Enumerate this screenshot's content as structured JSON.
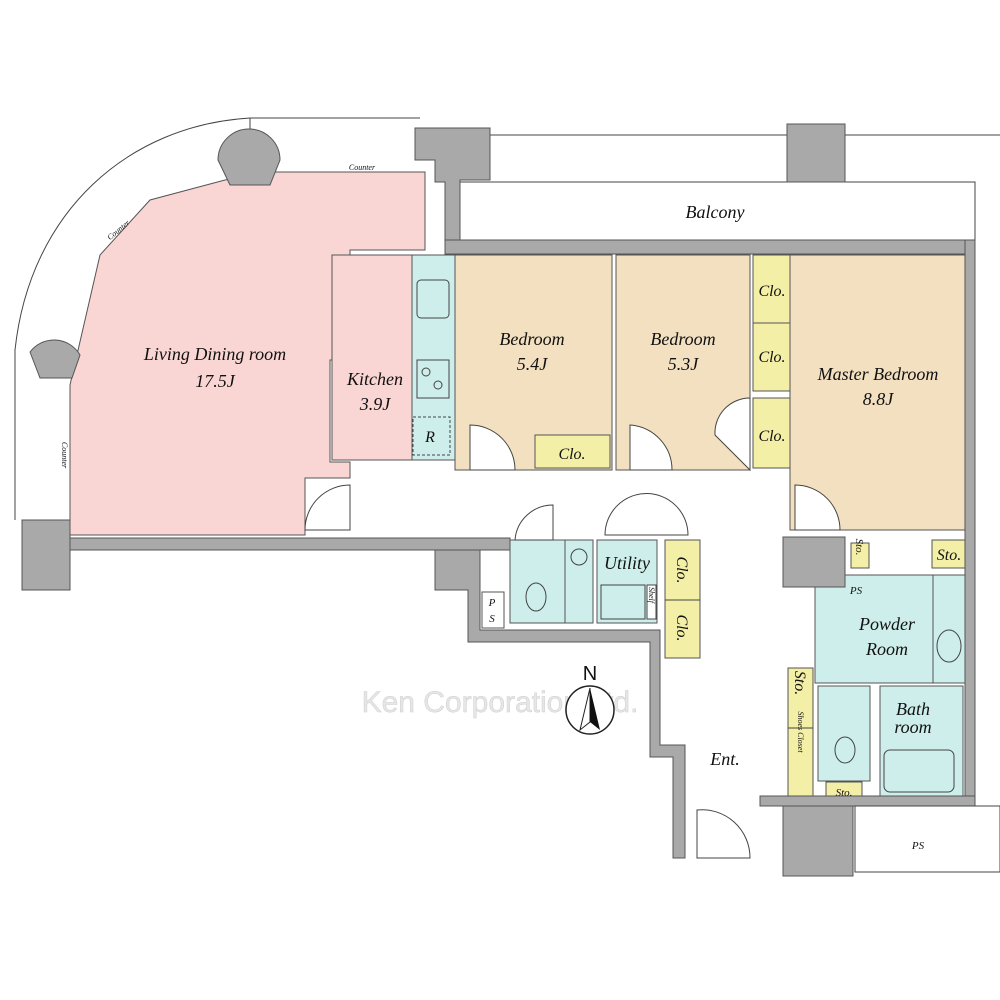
{
  "colors": {
    "living": "#f9d6d4",
    "bedroom": "#f2e0c0",
    "wet": "#cdeeea",
    "closet": "#f4efa6",
    "wall": "#a9a9a9"
  },
  "rooms": {
    "balcony": "Balcony",
    "living": {
      "name": "Living Dining room",
      "size": "17.5J"
    },
    "kitchen": {
      "name": "Kitchen",
      "size": "3.9J",
      "fridge": "R"
    },
    "bedroom1": {
      "name": "Bedroom",
      "size": "5.4J"
    },
    "bedroom2": {
      "name": "Bedroom",
      "size": "5.3J"
    },
    "master": {
      "name": "Master Bedroom",
      "size": "8.8J"
    },
    "utility": "Utility",
    "shelf": "Shelf",
    "powder": {
      "line1": "Powder",
      "line2": "Room"
    },
    "bath": {
      "line1": "Bath",
      "line2": "room"
    },
    "entrance": "Ent.",
    "ps": "PS",
    "ps_split": [
      "P",
      "S"
    ],
    "closet": "Clo.",
    "storage": "Sto.",
    "shoes_closet": "Shoes Closet",
    "counter": "Counter"
  },
  "compass": "N",
  "watermark": "Ken Corporation Ltd."
}
